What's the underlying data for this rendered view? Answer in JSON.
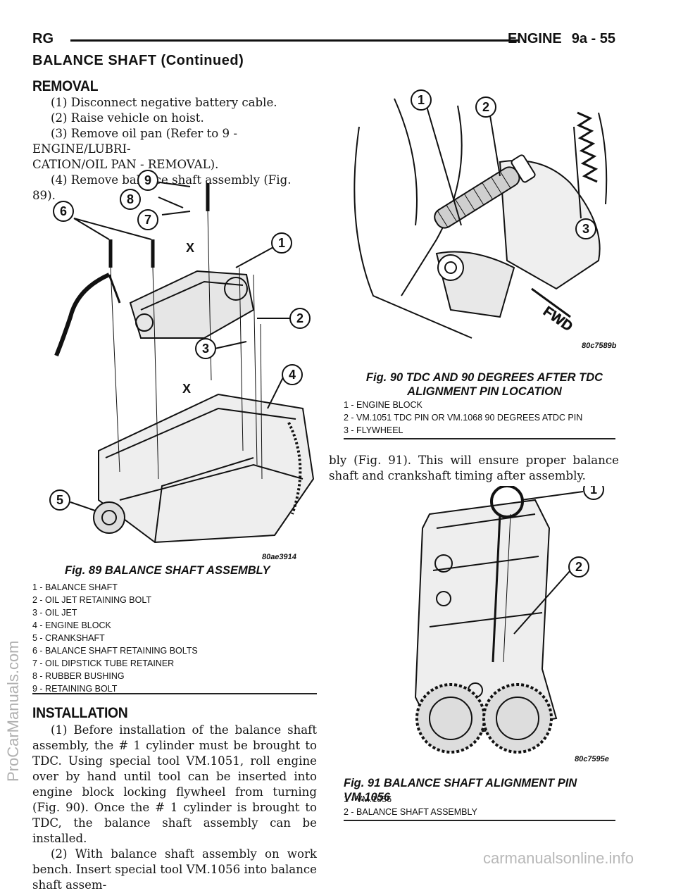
{
  "header": {
    "left": "RG",
    "section": "ENGINE",
    "page": "9a - 55",
    "continued": "BALANCE SHAFT (Continued)"
  },
  "removal": {
    "title": "REMOVAL",
    "steps": [
      "(1) Disconnect negative battery cable.",
      "(2) Raise vehicle on hoist.",
      "(3) Remove oil pan (Refer to 9 - ENGINE/LUBRI-",
      "CATION/OIL PAN - REMOVAL).",
      "(4) Remove balance shaft assembly (Fig. 89)."
    ]
  },
  "fig89": {
    "code": "80ae3914",
    "title": "Fig. 89 BALANCE SHAFT ASSEMBLY",
    "callouts": [
      "1",
      "2",
      "3",
      "4",
      "5",
      "6",
      "7",
      "8",
      "9",
      "X",
      "X"
    ],
    "legend": [
      "1 - BALANCE SHAFT",
      "2 - OIL JET RETAINING BOLT",
      "3 - OIL JET",
      "4 - ENGINE BLOCK",
      "5 - CRANKSHAFT",
      "6 - BALANCE SHAFT RETAINING BOLTS",
      "7 - OIL DIPSTICK TUBE RETAINER",
      "8 - RUBBER BUSHING",
      "9 - RETAINING BOLT"
    ]
  },
  "installation": {
    "title": "INSTALLATION",
    "paragraphs": [
      "(1) Before installation of the balance shaft assembly, the # 1 cylinder must be brought to TDC. Using special tool VM.1051, roll engine over by hand until tool can be inserted into engine block locking flywheel from turning (Fig. 90). Once the # 1 cylinder is brought to TDC, the balance shaft assembly can be installed.",
      "(2) With balance shaft assembly on work bench. Insert special tool VM.1056 into balance shaft assem-"
    ],
    "continuation": "bly (Fig. 91). This will ensure proper balance shaft and crankshaft timing after assembly."
  },
  "fig90": {
    "code": "80c7589b",
    "title_line1": "Fig. 90 TDC AND 90 DEGREES AFTER TDC",
    "title_line2": "ALIGNMENT PIN LOCATION",
    "callouts": [
      "1",
      "2",
      "3"
    ],
    "fwd_label": "FWD",
    "legend": [
      "1 - ENGINE BLOCK",
      "2 - VM.1051 TDC PIN OR VM.1068 90 DEGREES ATDC PIN",
      "3 - FLYWHEEL"
    ]
  },
  "fig91": {
    "code": "80c7595e",
    "title": "Fig. 91 BALANCE SHAFT ALIGNMENT PIN VM.1056",
    "callouts": [
      "1",
      "2"
    ],
    "legend": [
      "1 - VM.1056",
      "2 - BALANCE SHAFT ASSEMBLY"
    ]
  },
  "watermarks": {
    "left": "ProCarManuals.com",
    "bottom": "carmanualsonline.info"
  }
}
